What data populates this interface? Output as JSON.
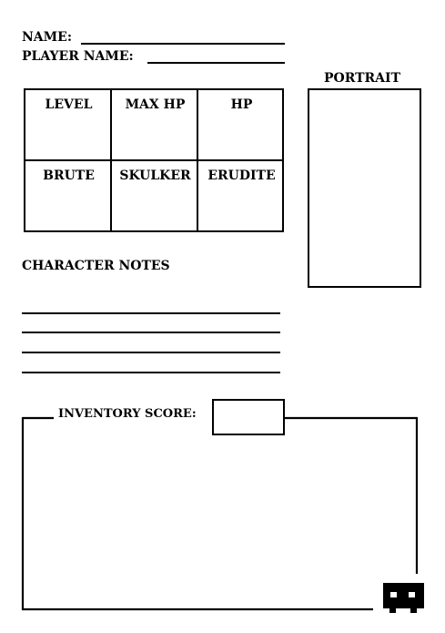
{
  "header": {
    "name_label": "NAME:",
    "player_name_label": "PLAYER NAME:"
  },
  "portrait": {
    "label": "PORTRAIT"
  },
  "stats": {
    "cells": [
      {
        "label": "LEVEL"
      },
      {
        "label": "MAX HP"
      },
      {
        "label": "HP"
      },
      {
        "label": "BRUTE"
      },
      {
        "label": "SKULKER"
      },
      {
        "label": "ERUDITE"
      }
    ]
  },
  "notes": {
    "title": "CHARACTER NOTES",
    "line_count": 4
  },
  "inventory": {
    "score_label": "INVENTORY SCORE:"
  },
  "logo": {
    "icon": "skull-icon",
    "color": "#000000"
  }
}
